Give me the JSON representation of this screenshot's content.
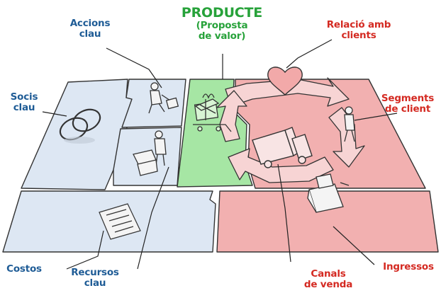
{
  "diagram": {
    "colors": {
      "blue_label": "#1f5c96",
      "red_label": "#d42a22",
      "green_label": "#27a23a",
      "blue_fill": "#dde7f3",
      "green_fill": "#a6e6a4",
      "red_fill": "#f2b0b0"
    },
    "labels": {
      "producte": {
        "line1": "PRODUCTE",
        "line2": "(Proposta",
        "line3": "de valor)"
      },
      "accions": {
        "line1": "Accions",
        "line2": "clau"
      },
      "socis": {
        "line1": "Socis",
        "line2": "clau"
      },
      "costos": {
        "line1": "Costos"
      },
      "recursos": {
        "line1": "Recursos",
        "line2": "clau"
      },
      "relacio": {
        "line1": "Relació amb",
        "line2": "clients"
      },
      "segments": {
        "line1": "Segments",
        "line2": "de client"
      },
      "ingressos": {
        "line1": "Ingressos"
      },
      "canals": {
        "line1": "Canals",
        "line2": "de venda"
      }
    },
    "icons": {
      "partners": "interlocking-rings-icon",
      "activities": "person-working-icon",
      "resources": "person-with-boxes-icon",
      "value": "gift-cart-icon",
      "relationships": "heart-icon",
      "segments": "person-icon",
      "channels": "delivery-truck-icon",
      "revenue": "cash-register-icon",
      "costs": "receipt-icon"
    }
  }
}
